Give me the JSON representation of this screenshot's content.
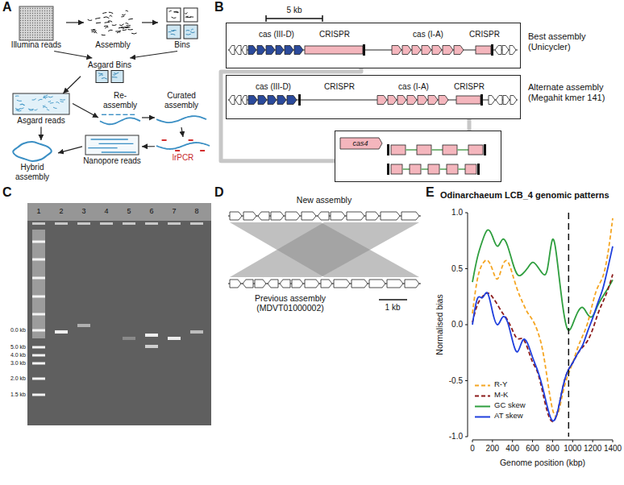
{
  "diagram": {
    "nodes": [
      {
        "text": [
          "Illumina reads"
        ]
      },
      {
        "text": [
          "Assembly"
        ]
      },
      {
        "text": [
          "Bins"
        ]
      },
      {
        "text": [
          "Asgard Bins"
        ]
      },
      {
        "text": [
          "Asgard reads"
        ]
      },
      {
        "text": [
          "Re- assembly"
        ]
      },
      {
        "text": [
          "Curated assembly"
        ]
      },
      {
        "text": [
          "lrPCR"
        ]
      },
      {
        "text": [
          "Nanopore reads"
        ]
      },
      {
        "text": [
          "Hybrid assembly"
        ]
      },
      {
        "text": [
          "cas (III-D)",
          "CRISPR",
          "cas (I-A)",
          "CRISPR",
          "Best assembly (Unicycler)"
        ]
      },
      {
        "text": [
          "cas (III-D)",
          "CRISPR",
          "cas (I-A)",
          "CRISPR",
          "Alternate assembly (Megahit kmer 141)"
        ]
      },
      {
        "text": [
          "cas4"
        ]
      }
    ],
    "edges": [
      {
        "from": 0,
        "to": 1,
        "arrow": "to"
      },
      {
        "from": 1,
        "to": 2,
        "arrow": "to"
      },
      {
        "from": 0,
        "to": 3,
        "arrow": "to"
      },
      {
        "from": 2,
        "to": 3,
        "arrow": "to"
      },
      {
        "from": 3,
        "to": 4,
        "arrow": "to"
      },
      {
        "from": 4,
        "to": 5,
        "arrow": "to"
      },
      {
        "from": 5,
        "to": 6,
        "arrow": "to"
      },
      {
        "from": 6,
        "to": 7,
        "arrow": "to"
      },
      {
        "from": 7,
        "to": 8,
        "arrow": "to"
      },
      {
        "from": 8,
        "to": 9,
        "arrow": "to"
      },
      {
        "from": 4,
        "to": 9,
        "arrow": "to"
      },
      {
        "from": 10,
        "to": 12,
        "arrow": "none"
      },
      {
        "from": 11,
        "to": 12,
        "arrow": "none"
      }
    ],
    "labels": [
      "A",
      "B",
      "5 kb",
      "C",
      "1",
      "2",
      "3",
      "4",
      "5",
      "6",
      "7",
      "8",
      "0.0 kb",
      "5.0 kb",
      "4.0 kb",
      "3.0 kb",
      "2.0 kb",
      "1.5 kb",
      "D",
      "New assembly",
      "Previous assembly (MDVT01000002)",
      "1 kb",
      "E",
      "Odinarchaeum LCB_4 genomic patterns",
      "-1.0",
      "-0.5",
      "0.0",
      "0.5",
      "1.0",
      "0",
      "200",
      "400",
      "600",
      "800",
      "1000",
      "1200",
      "1400",
      "Normalised bias",
      "Genome position (kbp)"
    ],
    "legend": [
      {
        "text": "R-Y"
      },
      {
        "text": "M-K"
      },
      {
        "text": "GC skew"
      },
      {
        "text": "AT skew"
      }
    ]
  }
}
